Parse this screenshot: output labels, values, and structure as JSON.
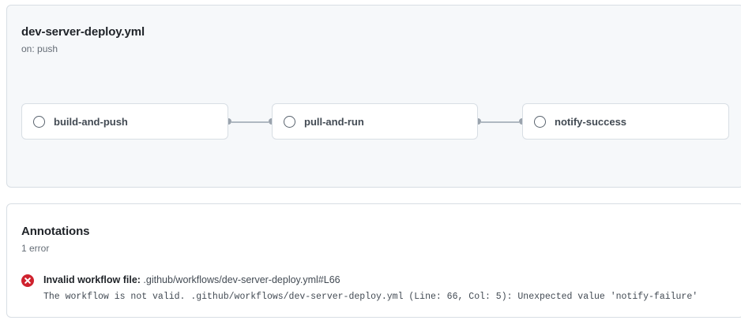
{
  "workflow": {
    "title": "dev-server-deploy.yml",
    "trigger": "on: push",
    "nodes": [
      {
        "name": "build-and-push",
        "status_icon": "circle-outline-icon",
        "status": "neutral"
      },
      {
        "name": "pull-and-run",
        "status_icon": "circle-outline-icon",
        "status": "neutral"
      },
      {
        "name": "notify-success",
        "status_icon": "circle-outline-icon",
        "status": "neutral"
      }
    ],
    "edges": [
      {
        "from": "build-and-push",
        "to": "pull-and-run"
      },
      {
        "from": "pull-and-run",
        "to": "notify-success"
      }
    ]
  },
  "annotations": {
    "title": "Annotations",
    "count_label": "1 error",
    "items": [
      {
        "severity_icon": "error-x-circle-icon",
        "title_prefix": "Invalid workflow file:",
        "title_path": " .github/workflows/dev-server-deploy.yml#L66",
        "detail": "The workflow is not valid. .github/workflows/dev-server-deploy.yml (Line: 66, Col: 5): Unexpected value 'notify-failure'"
      }
    ]
  },
  "colors": {
    "card_border": "#d8dee4",
    "graph_bg": "#f6f8fa",
    "node_bg": "#ffffff",
    "text_primary": "#1f2328",
    "text_muted": "#656d76",
    "connector": "#afb8c1",
    "error_red": "#cf222e"
  }
}
